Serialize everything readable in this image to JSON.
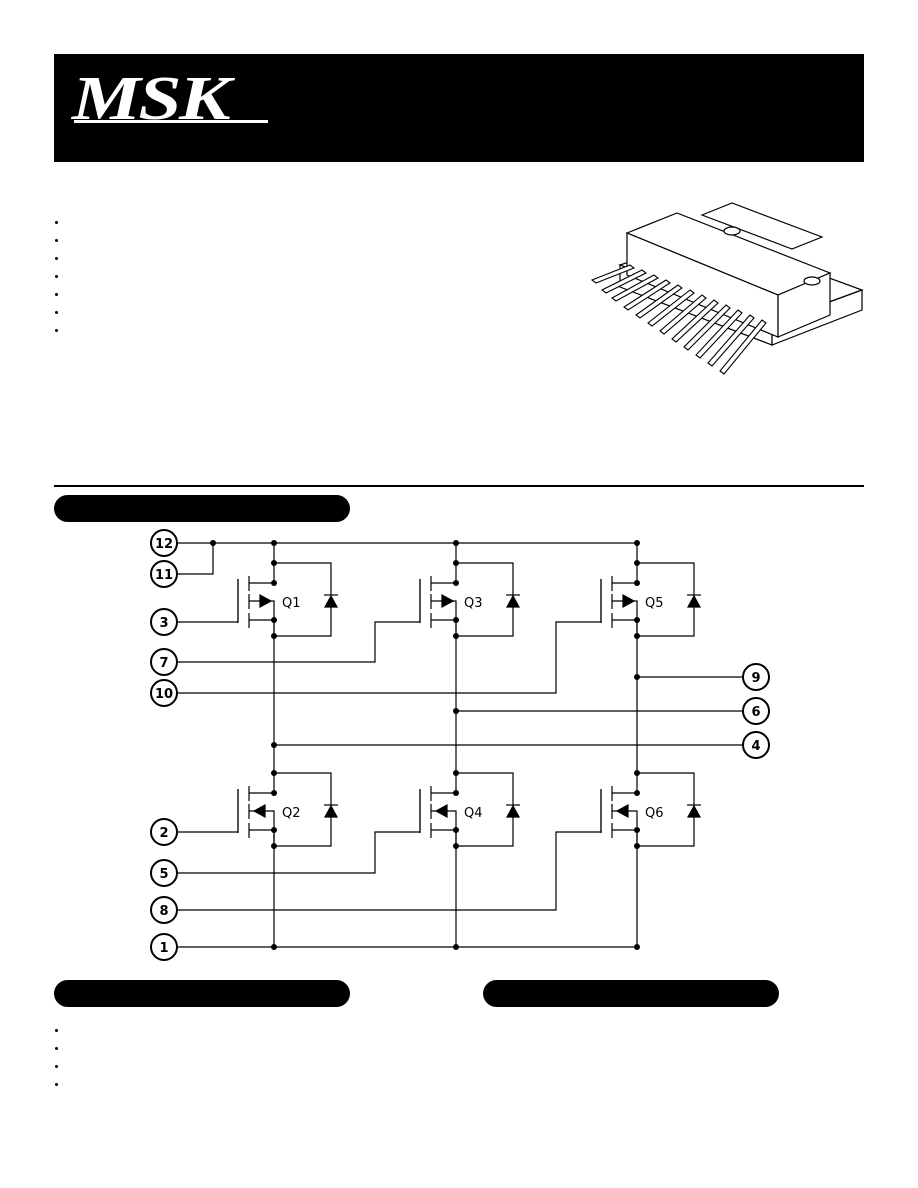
{
  "header": {
    "logo_text": "MSK"
  },
  "schematic": {
    "transistors": [
      "Q1",
      "Q2",
      "Q3",
      "Q4",
      "Q5",
      "Q6"
    ],
    "pins": [
      "1",
      "2",
      "3",
      "4",
      "5",
      "6",
      "7",
      "8",
      "9",
      "10",
      "11",
      "12"
    ]
  },
  "colors": {
    "ink": "#000000",
    "paper": "#ffffff"
  }
}
